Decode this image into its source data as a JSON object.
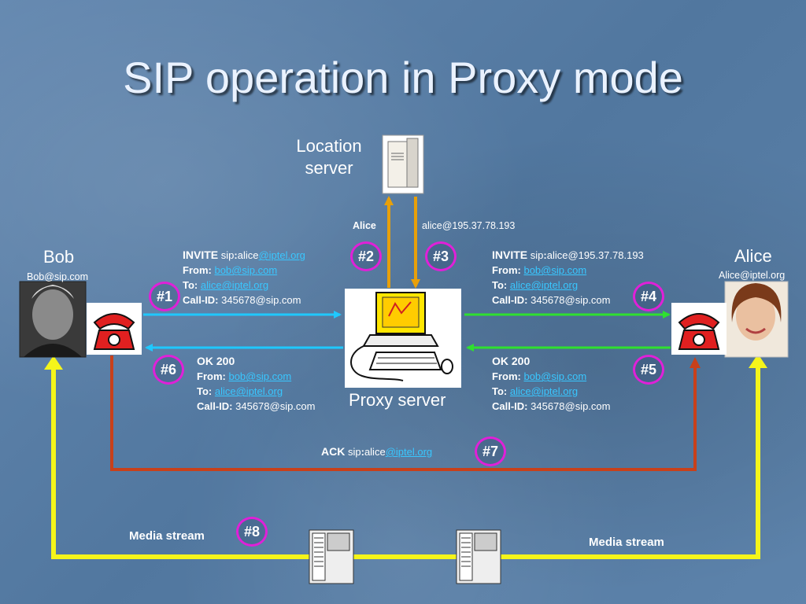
{
  "title": "SIP operation in Proxy mode",
  "location_server": {
    "label_line1": "Location",
    "label_line2": "server"
  },
  "proxy_server": {
    "label": "Proxy server"
  },
  "bob": {
    "name": "Bob",
    "address": "Bob@sip.com"
  },
  "alice": {
    "name": "Alice",
    "address": "Alice@iptel.org"
  },
  "lookup": {
    "query": "Alice",
    "result": "alice@195.37.78.193"
  },
  "steps": [
    "#1",
    "#2",
    "#3",
    "#4",
    "#5",
    "#6",
    "#7",
    "#8"
  ],
  "invite_1": {
    "method": "INVITE",
    "uri_prefix": "sip",
    "uri_colon": ":",
    "uri_user": "alice",
    "uri_host": "@iptel.org",
    "from_label": "From:",
    "from_value": "bob@sip.com",
    "to_label": "To:",
    "to_value": "alice@iptel.org",
    "callid_label": "Call-ID:",
    "callid_value": "345678@sip.com"
  },
  "invite_2": {
    "method": "INVITE",
    "uri_prefix": "sip",
    "uri_colon": ":",
    "uri_rest": "alice@195.37.78.193",
    "from_label": "From:",
    "from_value": "bob@sip.com",
    "to_label": "To:",
    "to_value": "alice@iptel.org",
    "callid_label": "Call-ID:",
    "callid_value": "345678@sip.com"
  },
  "ok_1": {
    "method": "OK 200",
    "from_label": "From:",
    "from_value": "bob@sip.com",
    "to_label": "To:",
    "to_value": "alice@iptel.org",
    "callid_label": "Call-ID:",
    "callid_value": "345678@sip.com"
  },
  "ok_2": {
    "method": "OK 200",
    "from_label": "From:",
    "from_value": "bob@sip.com",
    "to_label": "To:",
    "to_value": "alice@iptel.org",
    "callid_label": "Call-ID:",
    "callid_value": "345678@sip.com"
  },
  "ack": {
    "method": "ACK",
    "uri_prefix": "sip",
    "uri_colon": ":",
    "uri_user": "alice",
    "uri_host": "@iptel.org"
  },
  "media_left": "Media stream",
  "media_right": "Media stream",
  "colors": {
    "cyan": "#1fc8ff",
    "green": "#2fe02f",
    "orange": "#e8a00a",
    "brown": "#c8401a",
    "yellow": "#f5f51a",
    "magenta": "#e020d8"
  }
}
